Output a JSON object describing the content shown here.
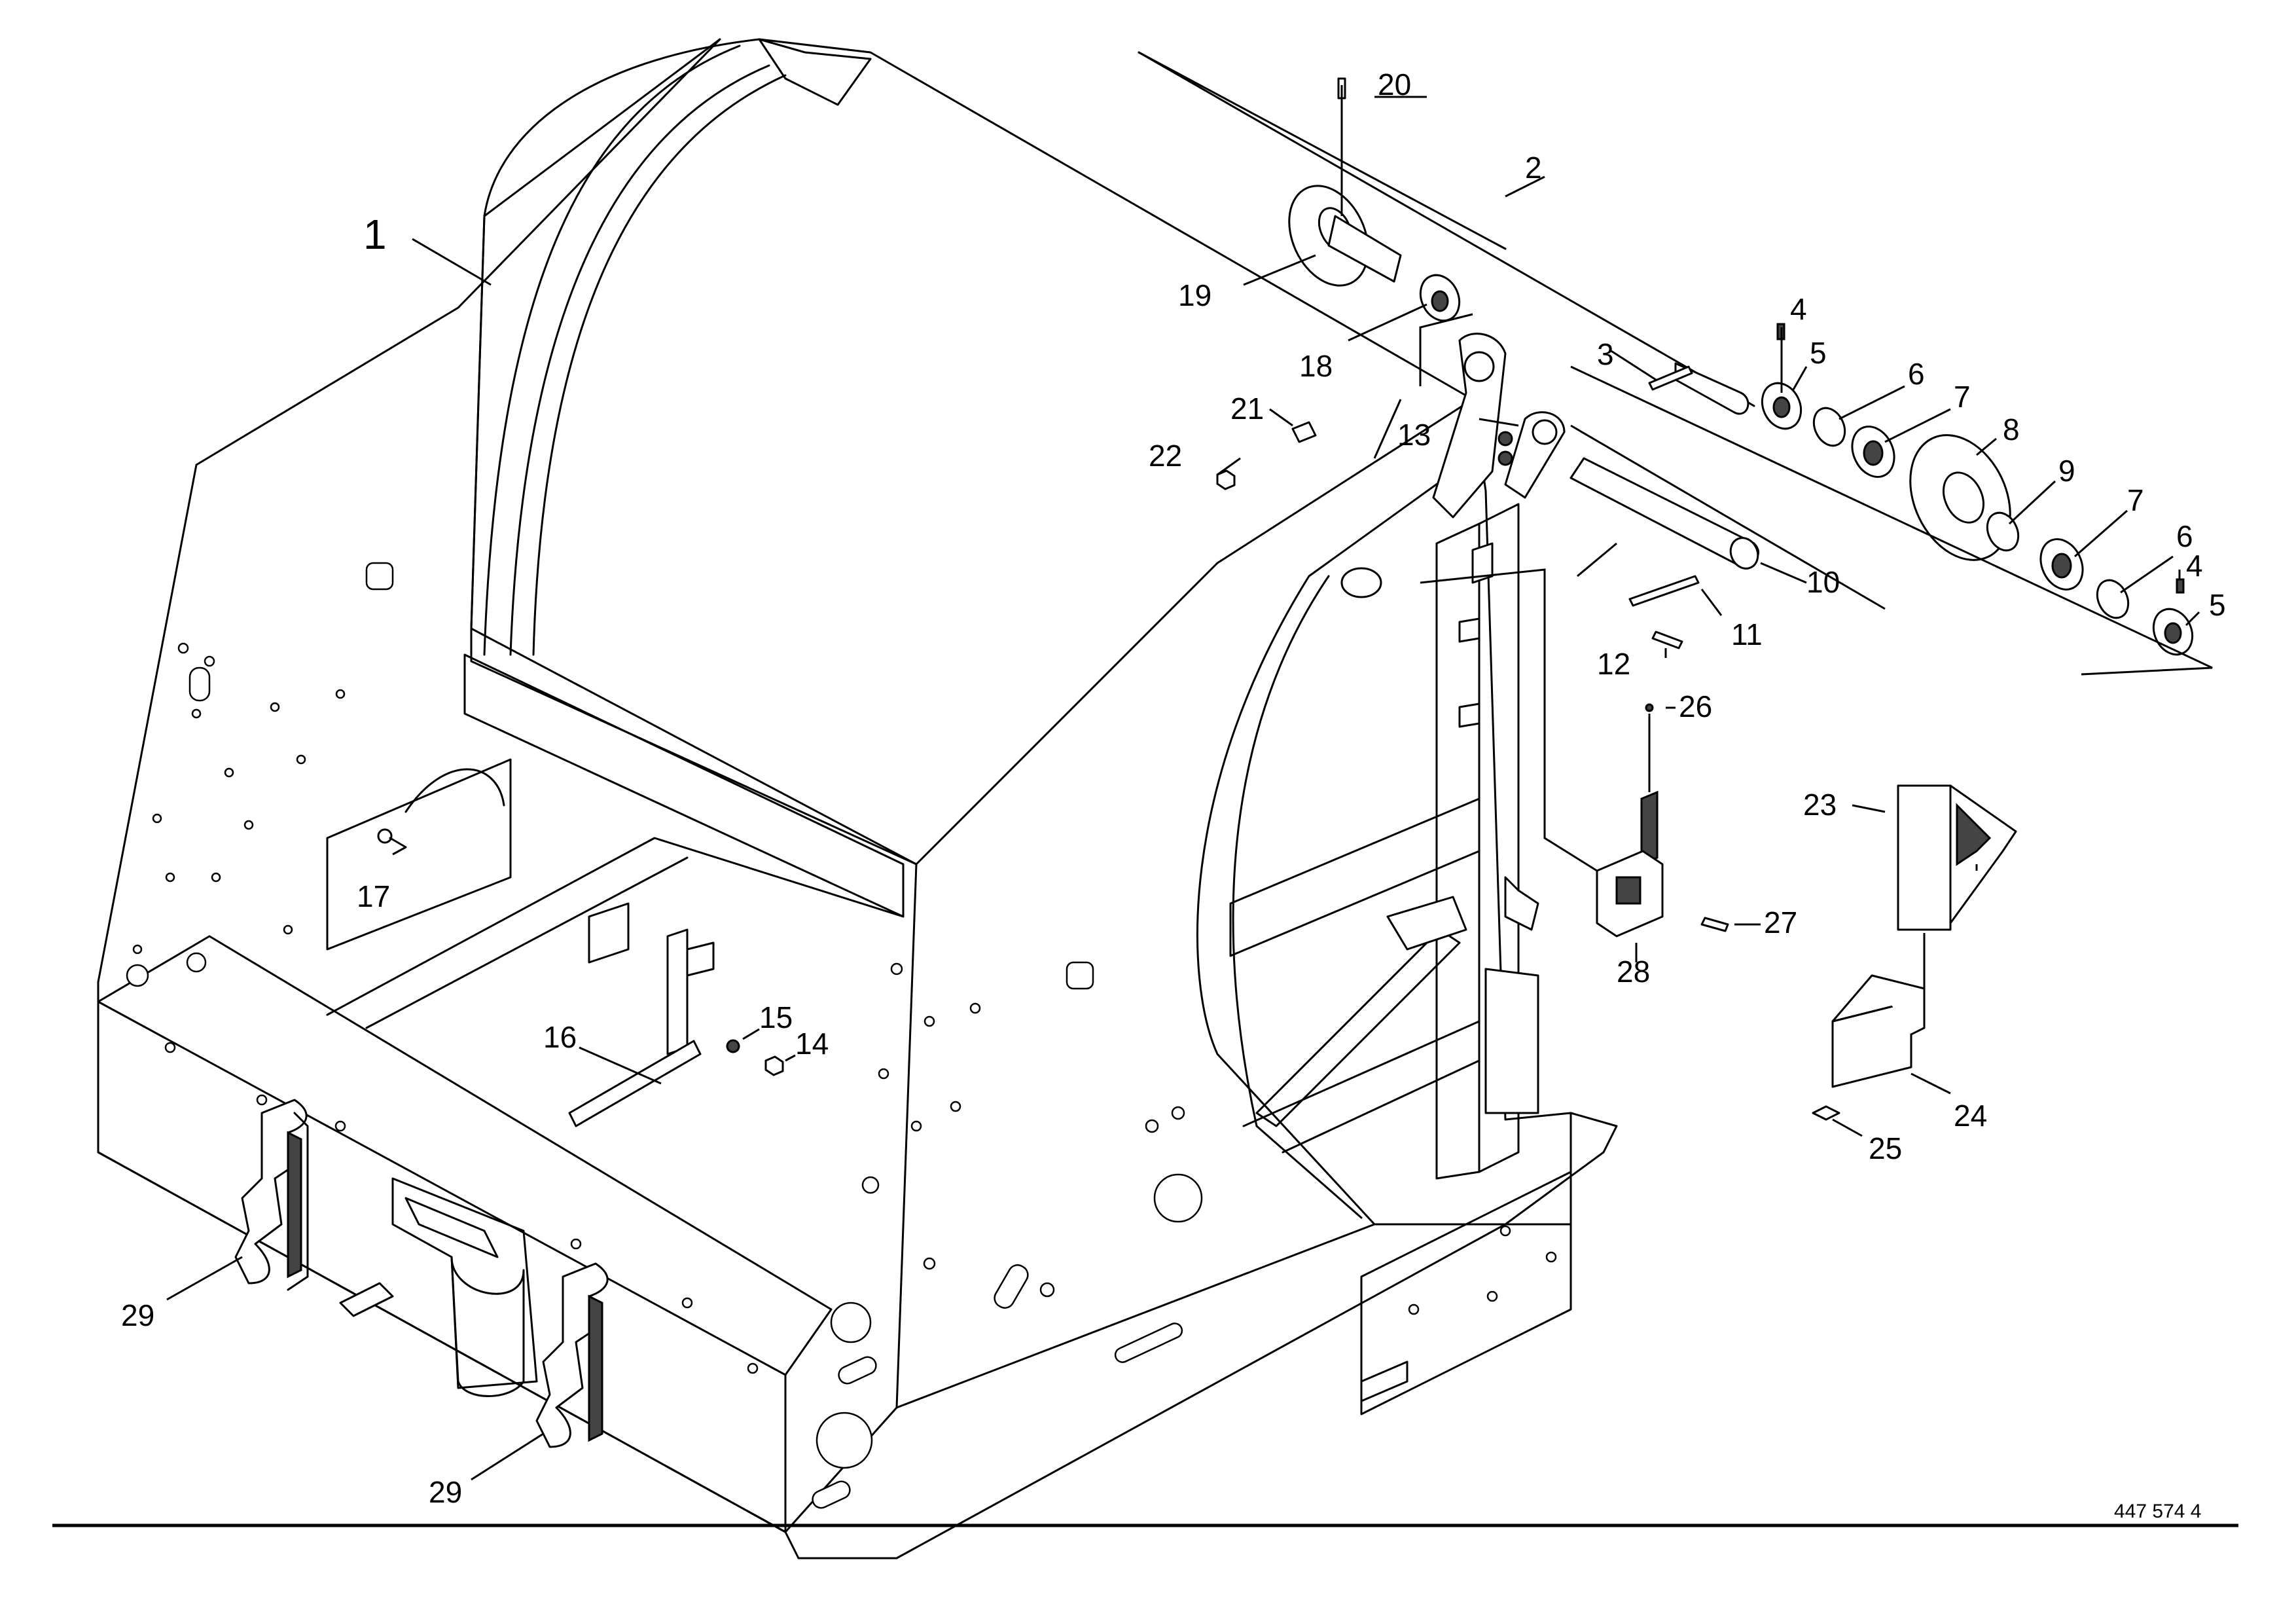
{
  "drawing_number": "447 574 4",
  "callouts": [
    {
      "id": "c1",
      "label": "1"
    },
    {
      "id": "c2",
      "label": "2"
    },
    {
      "id": "c3",
      "label": "3"
    },
    {
      "id": "c4a",
      "label": "4"
    },
    {
      "id": "c4b",
      "label": "4"
    },
    {
      "id": "c5a",
      "label": "5"
    },
    {
      "id": "c5b",
      "label": "5"
    },
    {
      "id": "c6a",
      "label": "6"
    },
    {
      "id": "c6b",
      "label": "6"
    },
    {
      "id": "c7a",
      "label": "7"
    },
    {
      "id": "c7b",
      "label": "7"
    },
    {
      "id": "c8",
      "label": "8"
    },
    {
      "id": "c9",
      "label": "9"
    },
    {
      "id": "c10",
      "label": "10"
    },
    {
      "id": "c11",
      "label": "11"
    },
    {
      "id": "c12",
      "label": "12"
    },
    {
      "id": "c13",
      "label": "13"
    },
    {
      "id": "c14",
      "label": "14"
    },
    {
      "id": "c15",
      "label": "15"
    },
    {
      "id": "c16",
      "label": "16"
    },
    {
      "id": "c17",
      "label": "17"
    },
    {
      "id": "c18",
      "label": "18"
    },
    {
      "id": "c19",
      "label": "19"
    },
    {
      "id": "c20",
      "label": "20"
    },
    {
      "id": "c21",
      "label": "21"
    },
    {
      "id": "c22",
      "label": "22"
    },
    {
      "id": "c23",
      "label": "23"
    },
    {
      "id": "c24",
      "label": "24"
    },
    {
      "id": "c25",
      "label": "25"
    },
    {
      "id": "c26",
      "label": "26"
    },
    {
      "id": "c27",
      "label": "27"
    },
    {
      "id": "c28",
      "label": "28"
    },
    {
      "id": "c29a",
      "label": "29"
    },
    {
      "id": "c29b",
      "label": "29"
    }
  ]
}
